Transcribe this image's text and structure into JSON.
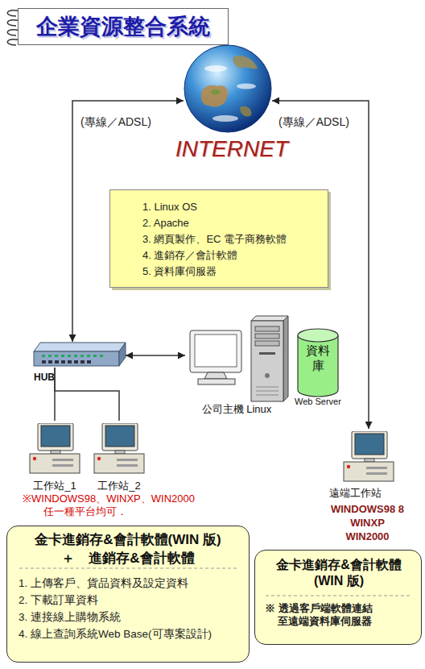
{
  "diagram": {
    "title": "企業資源整合系統",
    "nodes": [
      {
        "text": [
          "INTERNET"
        ]
      },
      {
        "text": [
          "1. Linux OS",
          "2. Apache",
          "3. 網頁製作、EC 電子商務軟體",
          "4. 進銷存／會計軟體",
          "5. 資料庫伺服器"
        ]
      },
      {
        "text": [
          "HUB"
        ]
      },
      {
        "text": [
          "公司主機 Linux"
        ]
      },
      {
        "text": [
          "資料庫",
          "Web Server"
        ]
      },
      {
        "text": [
          "工作站_1"
        ]
      },
      {
        "text": [
          "工作站_2"
        ]
      },
      {
        "text": [
          "遠端工作站",
          "WINDOWS98 8 WINXP WIN2000"
        ]
      },
      {
        "text": [
          "金卡進銷存&會計軟體(WIN 版)",
          "＋　進銷存&會計軟體",
          "1. 上傳客戶、貨品資料及設定資料",
          "2. 下載訂單資料",
          "3. 連接線上購物系統",
          "4. 線上查詢系統Web Base(可專案設計)"
        ]
      },
      {
        "text": [
          "金卡進銷存&會計軟體 (WIN 版)",
          "※ 透過客戶端軟體連結至遠端資料庫伺服器"
        ]
      }
    ],
    "edges": [
      {
        "from": 0,
        "to": 2,
        "arrow": "both",
        "label": "(專線／ADSL)"
      },
      {
        "from": 0,
        "to": 7,
        "arrow": "both",
        "label": "(專線／ADSL)"
      },
      {
        "from": 2,
        "to": 3,
        "arrow": "both"
      },
      {
        "from": 2,
        "to": 5,
        "arrow": "none"
      },
      {
        "from": 2,
        "to": 6,
        "arrow": "none"
      }
    ],
    "labels": [
      "※WINDOWS98、WINXP、WIN2000 任一種平台均可．"
    ]
  }
}
